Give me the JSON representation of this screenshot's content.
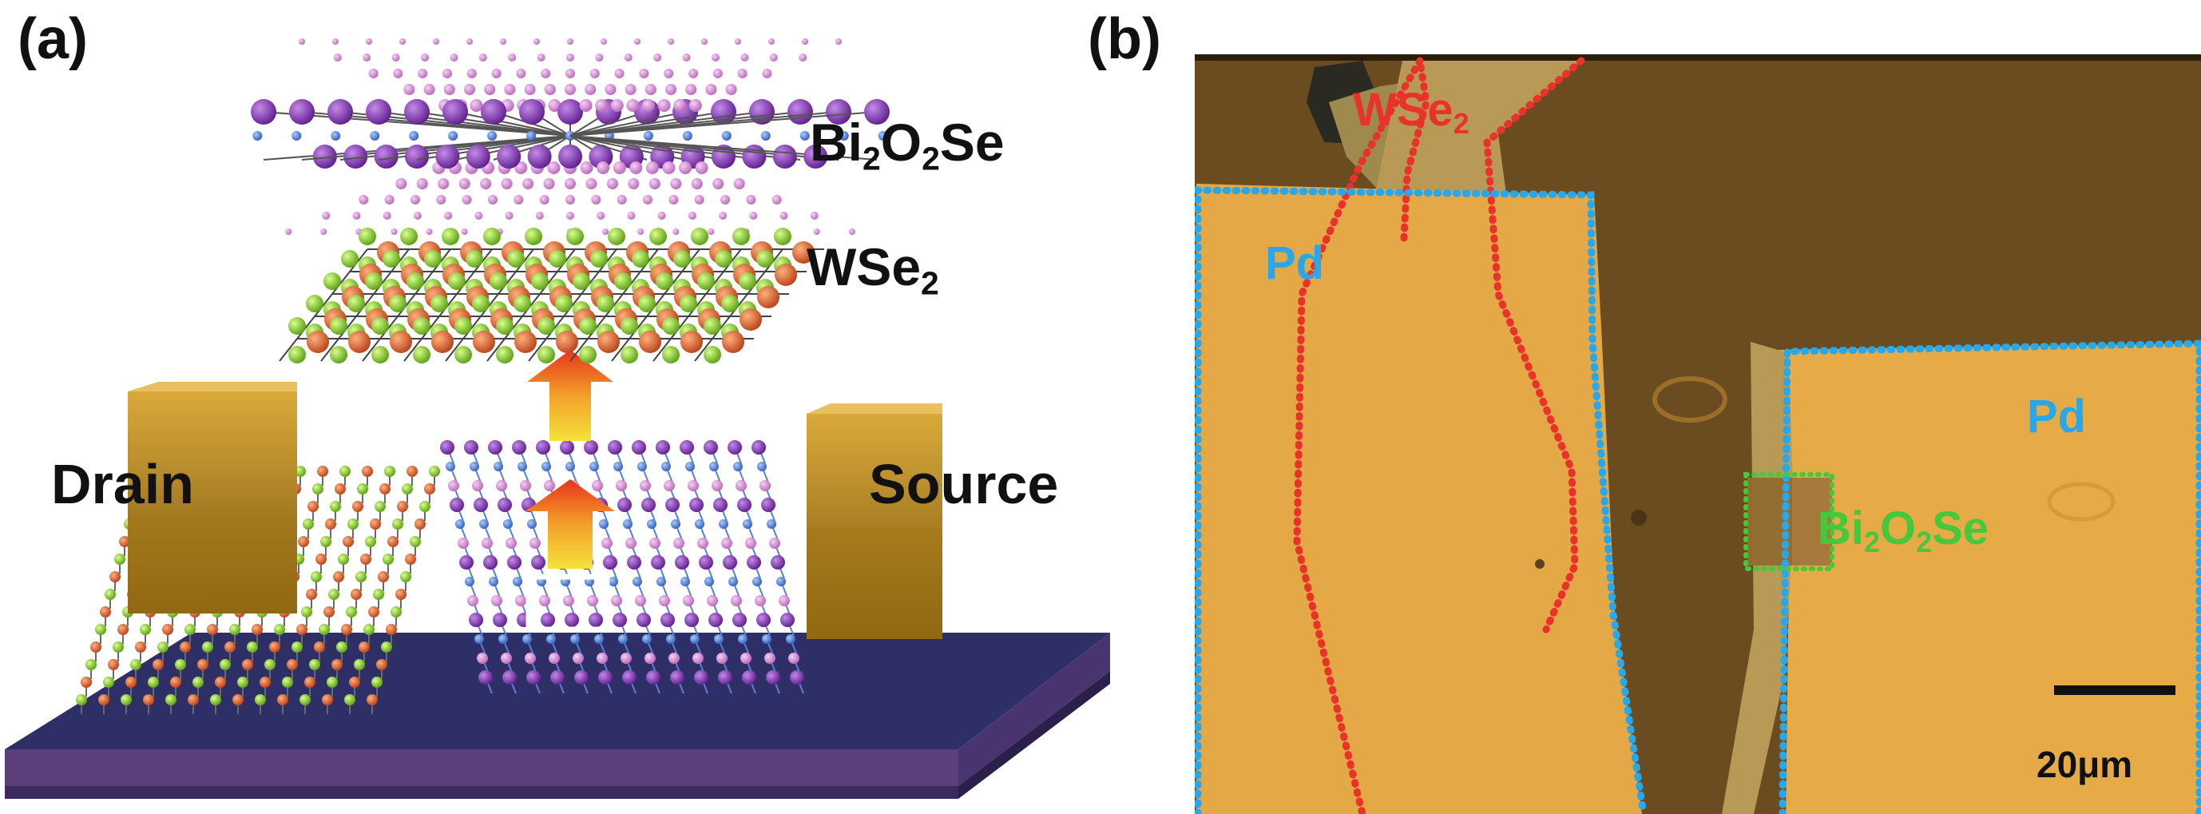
{
  "panel_a": {
    "label": "(a)",
    "bi2o2se": {
      "parts": [
        "Bi",
        "2",
        "O",
        "2",
        "Se"
      ]
    },
    "wse2": {
      "parts": [
        "WSe",
        "2"
      ]
    },
    "drain": "Drain",
    "source": "Source"
  },
  "panel_b": {
    "label": "(b)",
    "wse2": {
      "parts": [
        "WSe",
        "2"
      ]
    },
    "pd_left": "Pd",
    "pd_right": "Pd",
    "bi2o2se": {
      "parts": [
        "Bi",
        "2",
        "O",
        "2",
        "Se"
      ]
    },
    "scale_bar": "20μm"
  },
  "colors": {
    "bi": "#7a2fb0",
    "o": "#d88ad8",
    "se_bond": "#4a7fd8",
    "w": "#e0602a",
    "se": "#8ed02f",
    "substrate_top": "#2e2f66",
    "electrode": "#8a6410",
    "pd_contact": "#e8a640",
    "background_chip": "#6b4c21",
    "wse2_outline": "#e8322a",
    "pd_outline": "#2aa7e8",
    "bi2o2se_outline": "#46c83c"
  }
}
